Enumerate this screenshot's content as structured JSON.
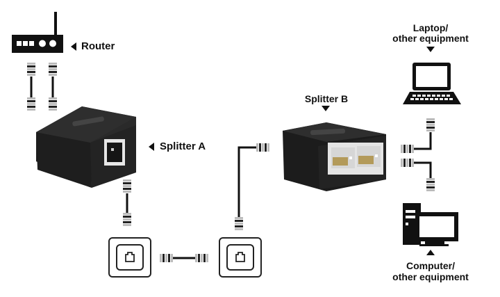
{
  "diagram": {
    "title": "Ethernet splitter connection diagram",
    "nodes": {
      "router": {
        "label": "Router"
      },
      "splitter_a": {
        "label": "Splitter A"
      },
      "splitter_b": {
        "label": "Splitter B"
      },
      "laptop": {
        "label_line1": "Laptop/",
        "label_line2": "other equipment"
      },
      "computer": {
        "label_line1": "Computer/",
        "label_line2": "other equipment"
      },
      "wall_jack_1": {
        "label": ""
      },
      "wall_jack_2": {
        "label": ""
      }
    },
    "connections": [
      {
        "from": "router",
        "to": "splitter_a",
        "cables": 2
      },
      {
        "from": "splitter_a",
        "to": "wall_jack_1",
        "cables": 1
      },
      {
        "from": "wall_jack_1",
        "to": "wall_jack_2",
        "cables": 1
      },
      {
        "from": "wall_jack_2",
        "to": "splitter_b",
        "cables": 1
      },
      {
        "from": "splitter_b",
        "to": "laptop",
        "cables": 1
      },
      {
        "from": "splitter_b",
        "to": "computer",
        "cables": 1
      }
    ],
    "colors": {
      "ink": "#111111",
      "device_body": "#1e1e1e",
      "device_top": "#2b2b2b",
      "port_face": "#e9e9e9",
      "port_gold": "#b39a5a"
    }
  }
}
